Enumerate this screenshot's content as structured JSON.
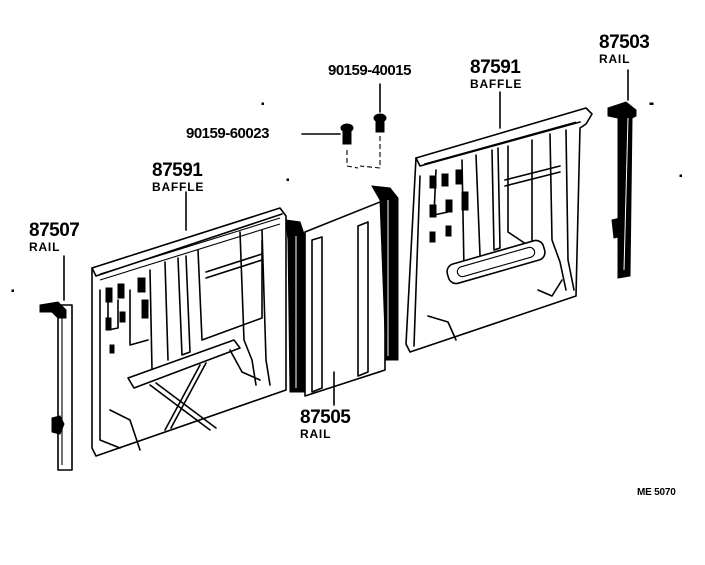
{
  "diagram": {
    "type": "exploded-parts-diagram",
    "figure_code": "ME 5070",
    "parts": [
      {
        "id": "rail-87503",
        "part_number": "87503",
        "name": "RAIL"
      },
      {
        "id": "baffle-87591-right",
        "part_number": "87591",
        "name": "BAFFLE"
      },
      {
        "id": "bolt-90159-40015",
        "part_number": "90159-40015",
        "name": ""
      },
      {
        "id": "bolt-90159-60023",
        "part_number": "90159-60023",
        "name": ""
      },
      {
        "id": "baffle-87591-left",
        "part_number": "87591",
        "name": "BAFFLE"
      },
      {
        "id": "rail-87507",
        "part_number": "87507",
        "name": "RAIL"
      },
      {
        "id": "rail-87505",
        "part_number": "87505",
        "name": "RAIL"
      }
    ]
  }
}
